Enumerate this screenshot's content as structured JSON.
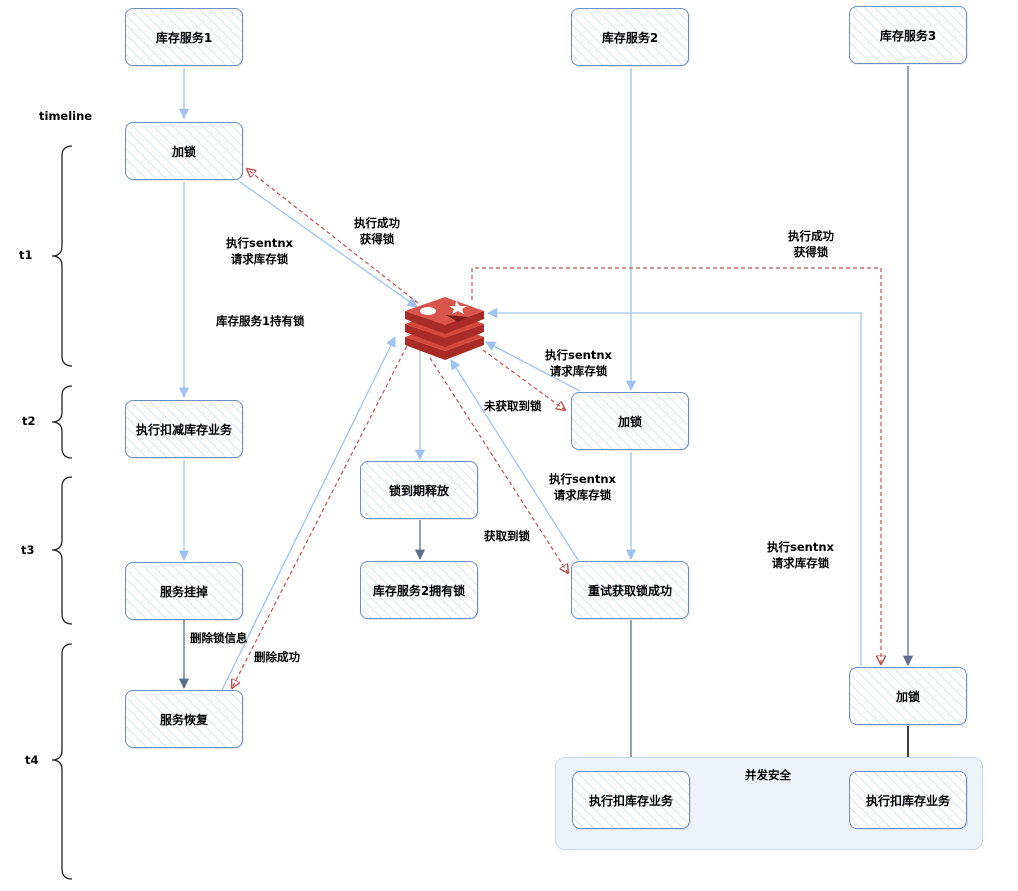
{
  "colors": {
    "box_border": "#6c8ebf",
    "arrow_blue": "#9ec3ef",
    "arrow_red": "#c0504d",
    "redis_red": "#d24939"
  },
  "timeline": {
    "label": "timeline",
    "phases": [
      "t1",
      "t2",
      "t3",
      "t4"
    ]
  },
  "group": {
    "label": "并发安全"
  },
  "nodes": {
    "service1": "库存服务1",
    "service2": "库存服务2",
    "service3": "库存服务3",
    "lock1": "加锁",
    "deduct1": "执行扣减库存业务",
    "crash": "服务挂掉",
    "recover": "服务恢复",
    "expire": "锁到期释放",
    "service2_holds": "库存服务2拥有锁",
    "lock2": "加锁",
    "retry_success": "重试获取锁成功",
    "deduct2": "执行扣库存业务",
    "lock3": "加锁",
    "deduct3": "执行扣库存业务",
    "redis_icon": "redis-logo"
  },
  "edge_labels": {
    "success1": [
      "执行成功",
      "获得锁"
    ],
    "request1": [
      "执行sentnx",
      "请求库存锁"
    ],
    "holds1": "库存服务1持有锁",
    "success3": [
      "执行成功",
      "获得锁"
    ],
    "request2": [
      "执行sentnx",
      "请求库存锁"
    ],
    "not_acquired": "未获取到锁",
    "request2_retry": [
      "执行sentnx",
      "请求库存锁"
    ],
    "acquired": "获取到锁",
    "request3": [
      "执行sentnx",
      "请求库存锁"
    ],
    "delete_info": "删除锁信息",
    "delete_success": "删除成功"
  }
}
